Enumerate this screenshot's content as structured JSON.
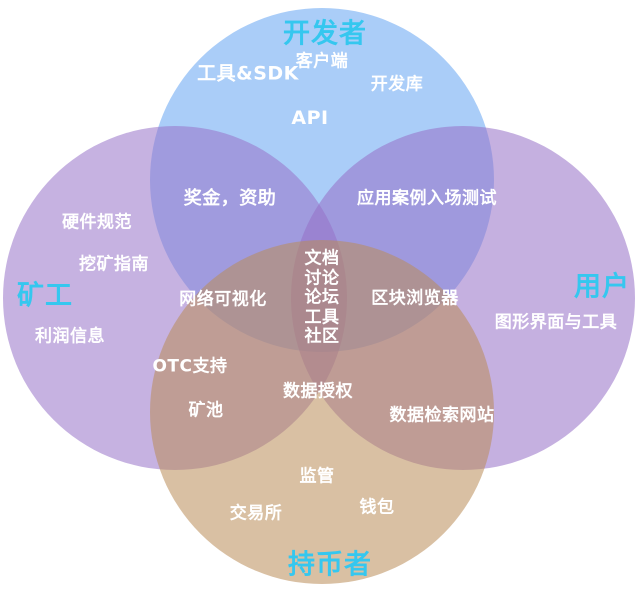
{
  "diagram": {
    "type": "venn",
    "background": "#ffffff",
    "title_color": "#35c7ef",
    "item_text_color": "#ffffff",
    "circles": {
      "developers": {
        "label": "开发者",
        "fill": "rgba(100,164,242,0.55)",
        "solo_color": "#aacdf8"
      },
      "miners": {
        "label": "矿工",
        "fill": "rgba(152,114,201,0.55)",
        "solo_color": "#c7b2e2"
      },
      "users": {
        "label": "用户",
        "fill": "rgba(149,111,198,0.55)",
        "solo_color": "#c4afdf"
      },
      "holders": {
        "label": "持币者",
        "fill": "rgba(186,140,88,0.55)",
        "solo_color": "#d9c0a3"
      }
    },
    "labels": {
      "tools_sdk": "工具&SDK",
      "client": "客户端",
      "dev_lib": "开发库",
      "api": "API",
      "bounty": "奖金，资助",
      "use_case_testing": "应用案例入场测试",
      "hardware_spec": "硬件规范",
      "mining_guide": "挖矿指南",
      "profit_info": "利润信息",
      "network_viz": "网络可视化",
      "center_line1": "文档",
      "center_line2": "讨论",
      "center_line3": "论坛",
      "center_line4": "工具",
      "center_line5": "社区",
      "block_explorer": "区块浏览器",
      "gui_tools": "图形界面与工具",
      "otc_support": "OTC支持",
      "mining_pool": "矿池",
      "data_auth": "数据授权",
      "data_search_site": "数据检索网站",
      "regulation": "监管",
      "exchange": "交易所",
      "wallet": "钱包"
    }
  }
}
